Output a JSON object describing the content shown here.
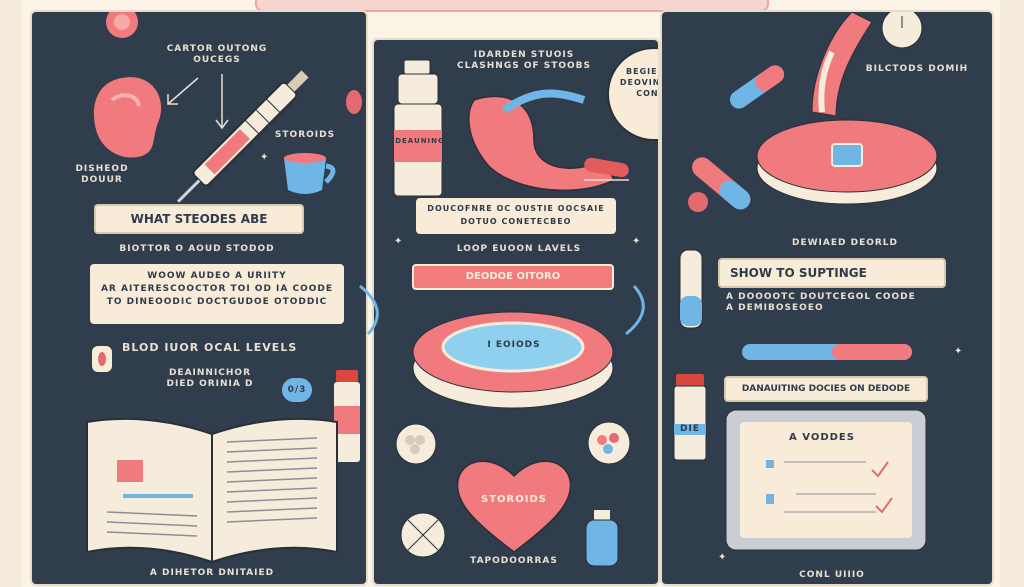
{
  "left": {
    "callout_top": [
      "CARTOR OUTONG",
      "OUCEGS"
    ],
    "kidney_label": [
      "DISHEOD",
      "DOUUR"
    ],
    "steroids_tag": "STOROIDS",
    "title_banner": "WHAT STEODES ABE",
    "subtitle": "BIOTTOR O AOUD STODOD",
    "info_box": [
      "WOOW AUDEO A URIITY",
      "AR AITERESCOOCTOR TOI OD IA COODE",
      "TO DINEOODIC DOCTGUDOE OTODDIC"
    ],
    "levels_title": "BLOD IUOR OCAL LEVELS",
    "levels_sub": [
      "DEAINNICHOR",
      "DIED ORINIA D"
    ],
    "badge": "0/3",
    "footer": "A DIHETOR DNITAIED"
  },
  "mid": {
    "header": [
      "IDARDEN STUOIS",
      "CLASHNGS OF STOOBS"
    ],
    "beginners_circle": [
      "BEGIENE'S",
      "DEOVINUIMA",
      "CONES"
    ],
    "vial_label": "DEAUNING",
    "caption": [
      "DOUCOFNRE OC OUSTIE OOCSAIE",
      "DOTUO CONETECBEO"
    ],
    "loop_label": "LOOP EUOON LAVELS",
    "pink_button": "DEODOE OITORO",
    "disk_label": "I EOIODS",
    "heart_label": "STOROIDS",
    "footer": "TAPODOORRAS"
  },
  "right": {
    "badge": "BILCTODS DOMIH",
    "disk_label": "DEWIAED DEORLD",
    "title_banner": "SHOW TO SUPTINGE",
    "subtitle": [
      "A DOOOOTC DOUTCEGOL COODE",
      "A DEMIBOSEOEO"
    ],
    "vial_label": "DIE",
    "bottom_banner": "DANAUITING DOCIES ON DEDODE",
    "tablet_title": "A VODDES",
    "footer": "CONL UIIIO"
  },
  "colors": {
    "navy": "#303d4c",
    "cream": "#f8ecd8",
    "coral": "#f27b7b",
    "sky": "#6fb6e6"
  }
}
